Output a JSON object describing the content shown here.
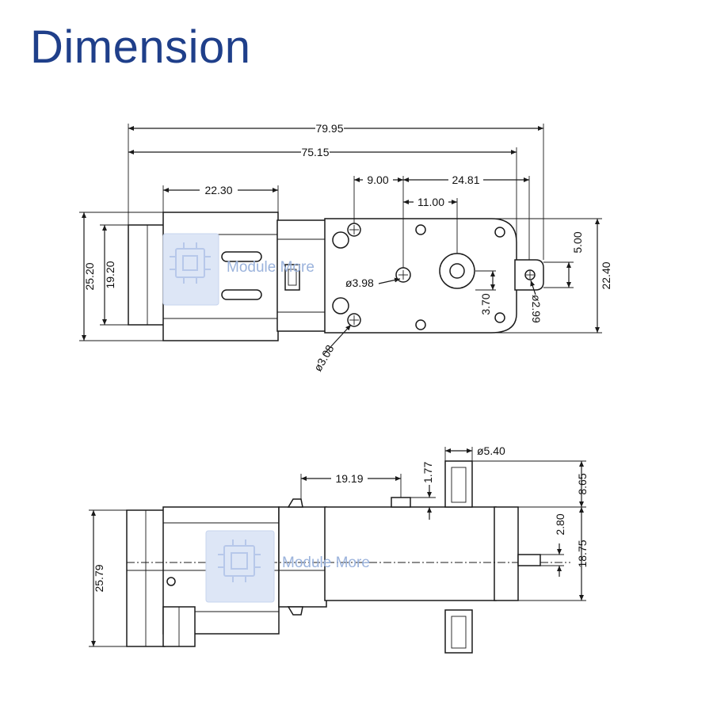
{
  "title": "Dimension",
  "watermark": {
    "text": "Module More",
    "color": "#9bb3dc"
  },
  "colors": {
    "title": "#1f3f8a",
    "line": "#1a1a1a"
  },
  "top_view": {
    "overall_length": "79.95",
    "body_length": "75.15",
    "motor_width": "22.30",
    "hole_offset": "9.00",
    "hole_to_shaft": "24.81",
    "center_to_shaft": "11.00",
    "outer_height": "25.20",
    "inner_height": "19.20",
    "gearbox_height": "22.40",
    "tab_height": "5.00",
    "shaft_offset": "3.70",
    "center_hole_dia": "ø3.98",
    "mount_hole_dia": "ø3.08",
    "tab_hole_dia": "ø2.99"
  },
  "side_view": {
    "shaft_dia": "ø5.40",
    "boss_offset": "19.19",
    "boss_height": "1.77",
    "shaft_length": "8.65",
    "tab_thickness": "2.80",
    "gearbox_half_height": "18.75",
    "overall_height": "25.79"
  }
}
